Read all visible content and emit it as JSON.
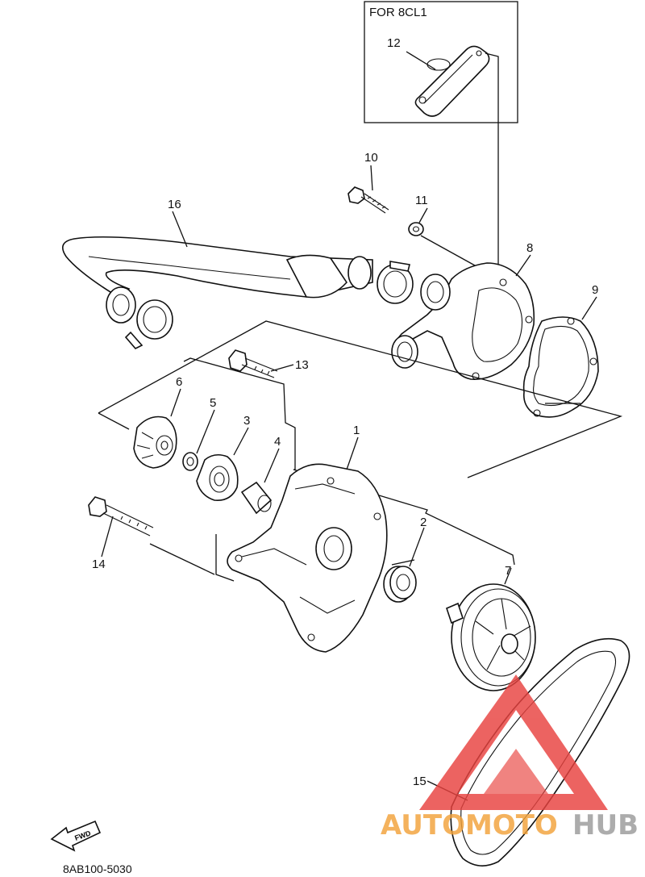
{
  "diagram": {
    "inset_title": "FOR 8CL1",
    "drawing_code": "8AB100-5030",
    "fwd_label": "FWD",
    "callouts": {
      "c1": "1",
      "c2": "2",
      "c3": "3",
      "c4": "4",
      "c5": "5",
      "c6": "6",
      "c7": "7",
      "c8": "8",
      "c9": "9",
      "c10": "10",
      "c11": "11",
      "c12": "12",
      "c13": "13",
      "c14": "14",
      "c15": "15",
      "c16": "16"
    }
  },
  "watermark": {
    "text_auto": "AUTOMOTO",
    "text_hub": "HUB",
    "colors": {
      "red": "#e8423f",
      "orange": "#f2a23a",
      "gray": "#9a9a9a"
    }
  }
}
